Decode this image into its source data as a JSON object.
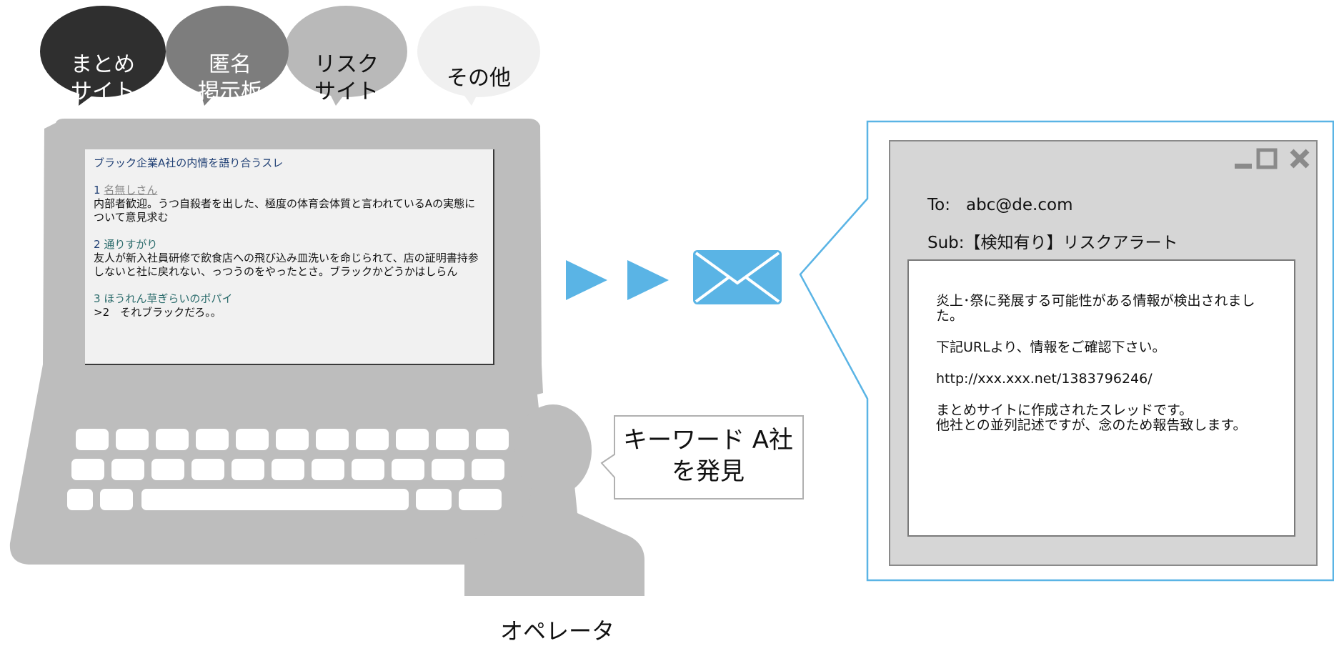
{
  "bubbles": [
    {
      "line1": "まとめ",
      "line2": "サイト",
      "fill": "#2f2f2f",
      "text_color": "#ffffff"
    },
    {
      "line1": "匿名",
      "line2": "掲示板",
      "fill": "#7d7d7d",
      "text_color": "#ffffff"
    },
    {
      "line1": "リスク",
      "line2": "サイト",
      "fill": "#b9b9b9",
      "text_color": "#111111"
    },
    {
      "line1": "その他",
      "line2": "",
      "fill": "#f0f0f0",
      "text_color": "#111111"
    }
  ],
  "thread": {
    "title": "ブラック企業A社の内情を語り合うスレ",
    "posts": [
      {
        "number": "1",
        "name": "名無しさん",
        "body": "内部者歓迎。うつ自殺者を出した、極度の体育会体質と言われているAの実態について意見求む"
      },
      {
        "number": "2",
        "name": "通りすがり",
        "body": "友人が新入社員研修で飲食店への飛び込み皿洗いを命じられて、店の証明書持参しないと社に戻れない、っつうのをやったとさ。ブラックかどうかはしらん"
      },
      {
        "number": "3",
        "name": "ほうれん草ぎらいのポパイ",
        "body": ">2　それブラックだろ。。"
      }
    ]
  },
  "callout": {
    "text": "キーワード A社\nを発見"
  },
  "operator": {
    "label": "オペレータ"
  },
  "email": {
    "to_label": "To:",
    "to_value": "abc@de.com",
    "sub_label": "Sub:",
    "sub_value": "【検知有り】リスクアラート",
    "body": [
      "炎上･祭に発展する可能性がある情報が検出されました。",
      "下記URLより、情報をご確認下さい。",
      "http://xxx.xxx.net/1383796246/",
      "まとめサイトに作成されたスレッドです。\n他社との並列記述ですが、念のため報告致します。"
    ]
  },
  "colors": {
    "laptop": "#bdbdbd",
    "accent_blue": "#5ab4e5",
    "window_gray": "#d6d6d6"
  },
  "icons": [
    "arrow-right-icon",
    "arrow-right-icon",
    "envelope-icon",
    "minimize-icon",
    "maximize-icon",
    "close-icon",
    "person-icon"
  ]
}
